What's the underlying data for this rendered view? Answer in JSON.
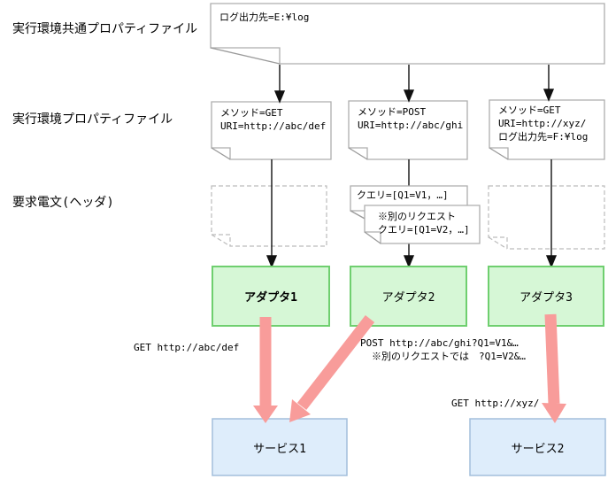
{
  "diagram": {
    "row_labels": {
      "common_props": "実行環境共通プロパティファイル",
      "env_props": "実行環境プロパティファイル",
      "request_header": "要求電文(ヘッダ)"
    },
    "common_property_note": {
      "line1": "ログ出力先=E:¥log"
    },
    "env_notes": [
      {
        "line1": "メソッド=GET",
        "line2": "URI=http://abc/def"
      },
      {
        "line1": "メソッド=POST",
        "line2": "URI=http://abc/ghi"
      },
      {
        "line1": "メソッド=GET",
        "line2": "URI=http://xyz/",
        "line3": "ログ出力先=F:¥log"
      }
    ],
    "query_note": {
      "line1": "クエリ=[Q1=V1，…]"
    },
    "alt_query_note": {
      "line1": "※別のリクエスト",
      "line2": "クエリ=[Q1=V2，…]"
    },
    "adapters": [
      {
        "label": "アダプタ1"
      },
      {
        "label": "アダプタ2"
      },
      {
        "label": "アダプタ3"
      }
    ],
    "services": [
      {
        "label": "サービス1"
      },
      {
        "label": "サービス2"
      }
    ],
    "request_labels": {
      "adapter1": "GET http://abc/def",
      "adapter2_line1": "POST http://abc/ghi?Q1=V1&…",
      "adapter2_line2": "※別のリクエストでは　?Q1=V2&…",
      "adapter3": "GET http://xyz/"
    },
    "colors": {
      "adapter_fill": "#d6f7d6",
      "adapter_border": "#6fcf6f",
      "service_fill": "#deedfb",
      "service_border": "#a3bfdc",
      "flow_arrow_pink": "#f89c9a",
      "note_border_gray": "#adadad",
      "black_arrow": "#111111"
    }
  }
}
